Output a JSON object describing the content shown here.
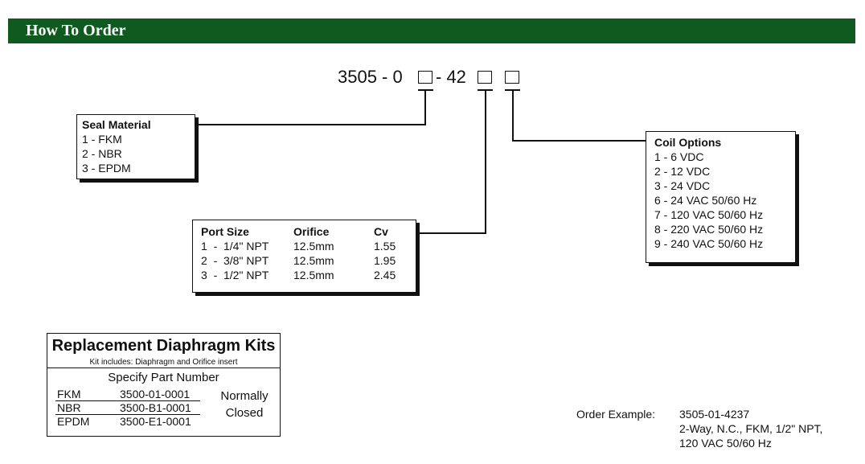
{
  "header": {
    "title": "How To Order"
  },
  "part_number": {
    "prefix": "3505 - 0",
    "middle": "- 42"
  },
  "seal_material": {
    "title": "Seal Material",
    "items": [
      "1 -  FKM",
      "2 -  NBR",
      "3 -  EPDM"
    ]
  },
  "port_size": {
    "headers": [
      "Port Size",
      "Orifice",
      "Cv"
    ],
    "rows": [
      [
        "1  -  1/4\" NPT",
        "12.5mm",
        "1.55"
      ],
      [
        "2  -  3/8\" NPT",
        "12.5mm",
        "1.95"
      ],
      [
        "3  -  1/2\" NPT",
        "12.5mm",
        "2.45"
      ]
    ]
  },
  "coil_options": {
    "title": "Coil Options",
    "items": [
      "1 - 6 VDC",
      "2 - 12 VDC",
      "3 - 24 VDC",
      "6 - 24 VAC 50/60 Hz",
      "7 - 120 VAC 50/60 Hz",
      "8 - 220 VAC 50/60 Hz",
      "9 - 240 VAC 50/60 Hz"
    ]
  },
  "kits": {
    "title": "Replacement Diaphragm Kits",
    "subtitle": "Kit includes:  Diaphragm and Orifice insert",
    "specify": "Specify Part Number",
    "rows": [
      {
        "material": "FKM",
        "part": "3500-01-0001"
      },
      {
        "material": "NBR",
        "part": "3500-B1-0001"
      },
      {
        "material": "EPDM",
        "part": "3500-E1-0001"
      }
    ],
    "note_line1": "Normally",
    "note_line2": "Closed"
  },
  "order_example": {
    "label": "Order Example:",
    "lines": [
      "3505-01-4237",
      "2-Way, N.C., FKM, 1/2\" NPT,",
      "120 VAC 50/60 Hz"
    ]
  }
}
